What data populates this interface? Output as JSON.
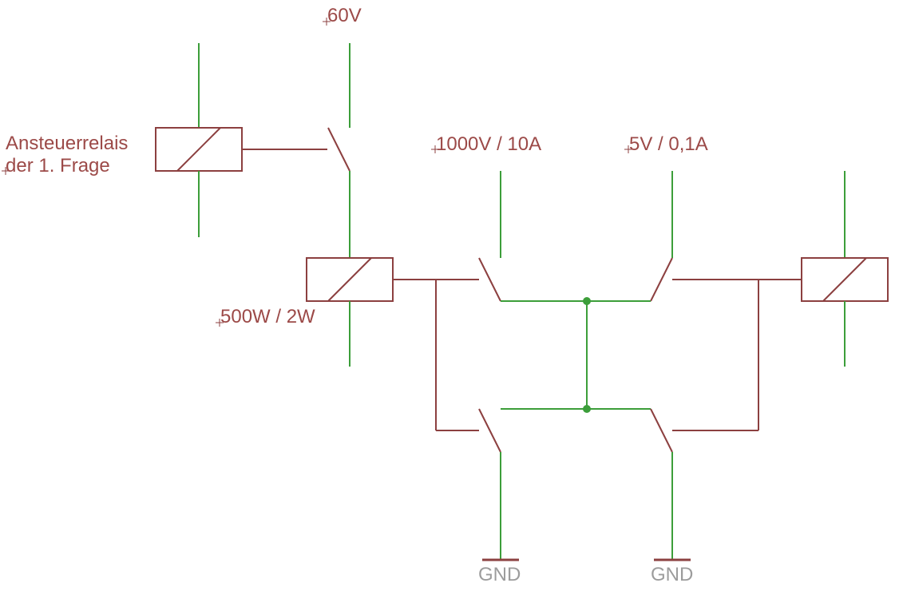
{
  "labels": {
    "supply_60v": "60V",
    "control_relay_line1": "Ansteuerrelais",
    "control_relay_line2": "der 1. Frage",
    "power_rating": "500W / 2W",
    "rating_1000v": "1000V / 10A",
    "rating_5v": "5V / 0,1A",
    "gnd_left": "GND",
    "gnd_right": "GND"
  },
  "colors": {
    "symbol": "#8c4040",
    "net": "#3c9e3a",
    "junction": "#3c9e3a",
    "label": "#9c4a48",
    "gnd_label": "#9c9c9c"
  }
}
